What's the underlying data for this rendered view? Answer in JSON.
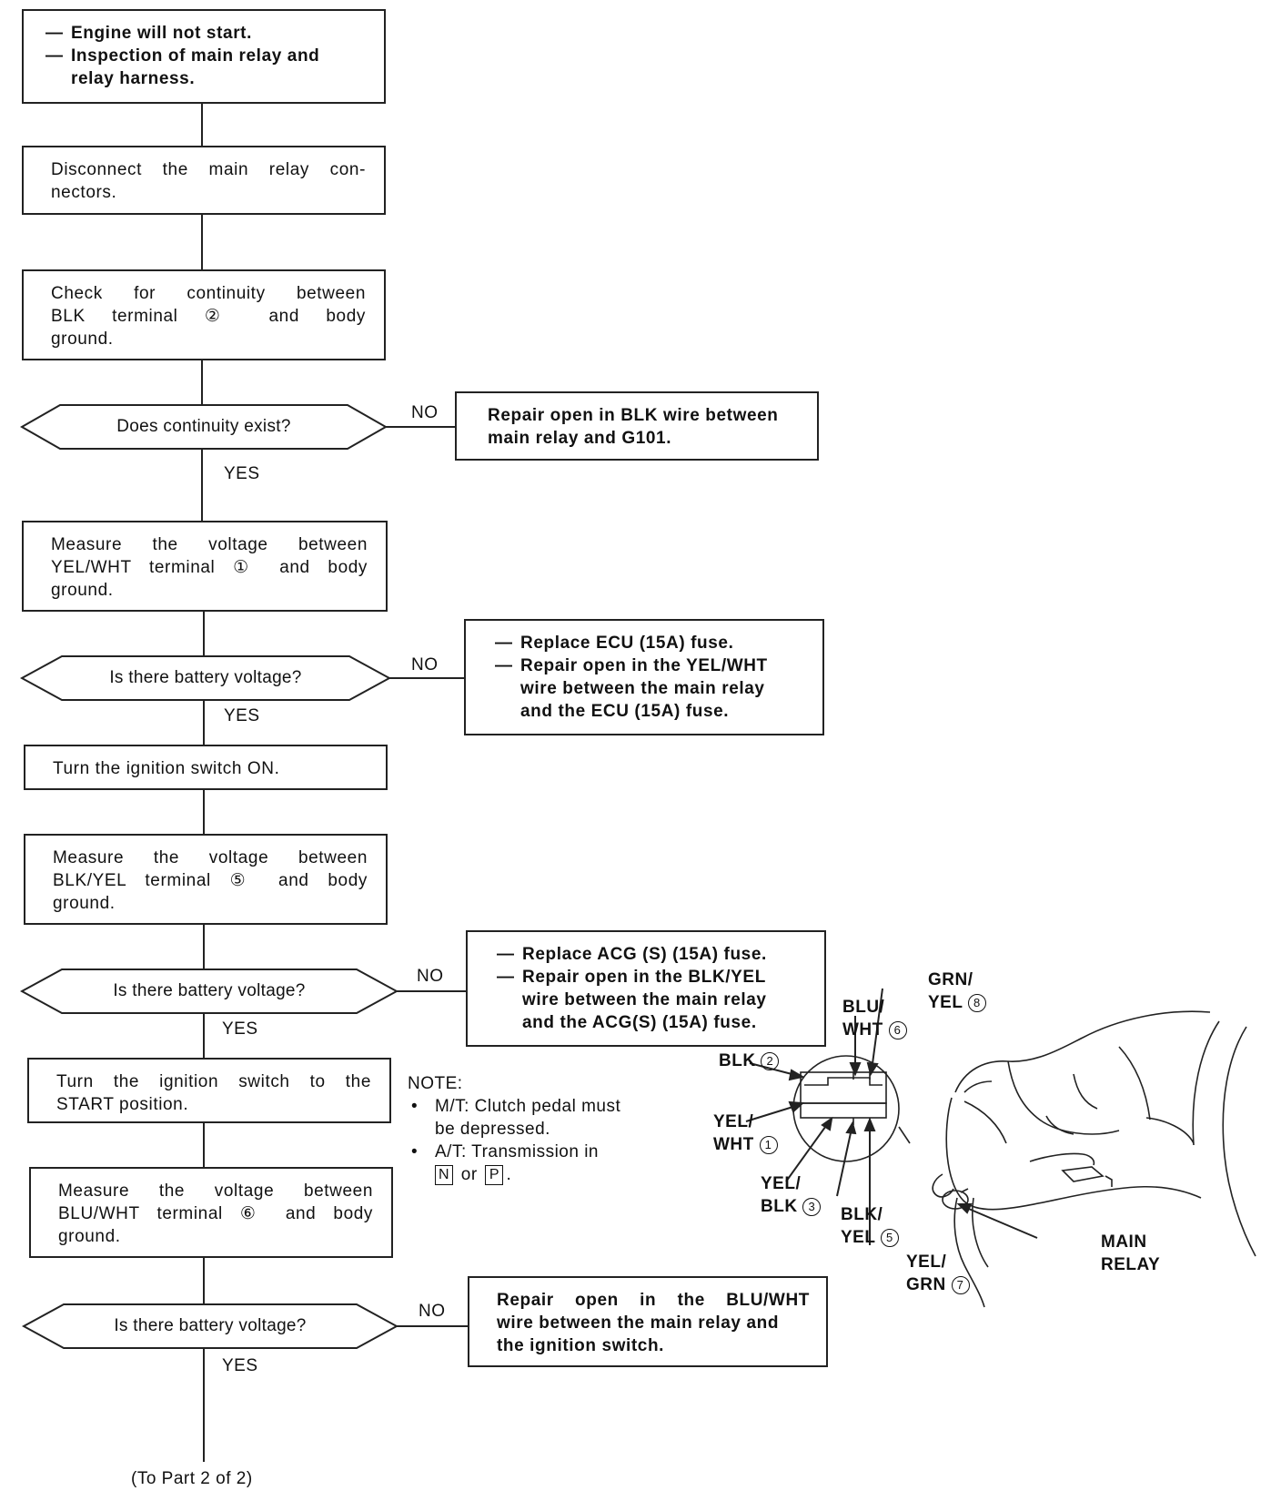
{
  "start_box": {
    "line1": "Engine will not start.",
    "line2a": "Inspection of main relay and",
    "line2b": "relay harness."
  },
  "steps": {
    "disconnect": [
      "Disconnect the main relay con-",
      "nectors."
    ],
    "check_continuity": [
      "Check for continuity between",
      "BLK terminal ② and body",
      "ground."
    ],
    "measure_yel_wht": [
      "Measure the voltage between",
      "YEL/WHT terminal ① and body",
      "ground."
    ],
    "ignition_on": [
      "Turn the ignition switch ON."
    ],
    "measure_blk_yel": [
      "Measure the voltage between",
      "BLK/YEL terminal ⑤ and body",
      "ground."
    ],
    "ignition_start": [
      "Turn the ignition switch to the",
      "START position."
    ],
    "measure_blu_wht": [
      "Measure the voltage between",
      "BLU/WHT terminal ⑥ and body",
      "ground."
    ]
  },
  "decisions": {
    "continuity": "Does continuity exist?",
    "battery_1": "Is there battery voltage?",
    "battery_2": "Is there battery voltage?",
    "battery_3": "Is there battery voltage?"
  },
  "branch_labels": {
    "no": "NO",
    "yes": "YES"
  },
  "repairs": {
    "blk_wire": [
      "Repair open in BLK wire between",
      "main relay and G101."
    ],
    "ecu_fuse": {
      "item1": [
        "Replace ECU (15A) fuse."
      ],
      "item2": [
        "Repair open in the YEL/WHT",
        "wire between the main relay",
        "and the ECU (15A) fuse."
      ]
    },
    "acg_fuse": {
      "item1": [
        "Replace ACG (S) (15A) fuse."
      ],
      "item2": [
        "Repair open in the BLK/YEL",
        "wire between the main relay",
        "and the ACG(S) (15A) fuse."
      ]
    },
    "blu_wht_wire": [
      "Repair open in the BLU/WHT",
      "wire between the main relay and",
      "the ignition switch."
    ]
  },
  "note": {
    "title": "NOTE:",
    "mt": [
      "M/T: Clutch pedal must",
      "be depressed."
    ],
    "at_line1": "A/T: Transmission in",
    "at_n": "N",
    "at_or": "or",
    "at_p": "P",
    "at_end": "."
  },
  "connector_labels": {
    "blk": {
      "name": "BLK",
      "num": "2"
    },
    "yel_wht": {
      "name1": "YEL/",
      "name2": "WHT",
      "num": "1"
    },
    "yel_blk": {
      "name1": "YEL/",
      "name2": "BLK",
      "num": "3"
    },
    "blk_yel": {
      "name1": "BLK/",
      "name2": "YEL",
      "num": "5"
    },
    "yel_grn": {
      "name1": "YEL/",
      "name2": "GRN",
      "num": "7"
    },
    "blu_wht": {
      "name1": "BLU/",
      "name2": "WHT",
      "num": "6"
    },
    "grn_yel": {
      "name1": "GRN/",
      "name2": "YEL",
      "num": "8"
    },
    "main_relay": [
      "MAIN",
      "RELAY"
    ]
  },
  "continuation": "(To Part 2 of 2)"
}
